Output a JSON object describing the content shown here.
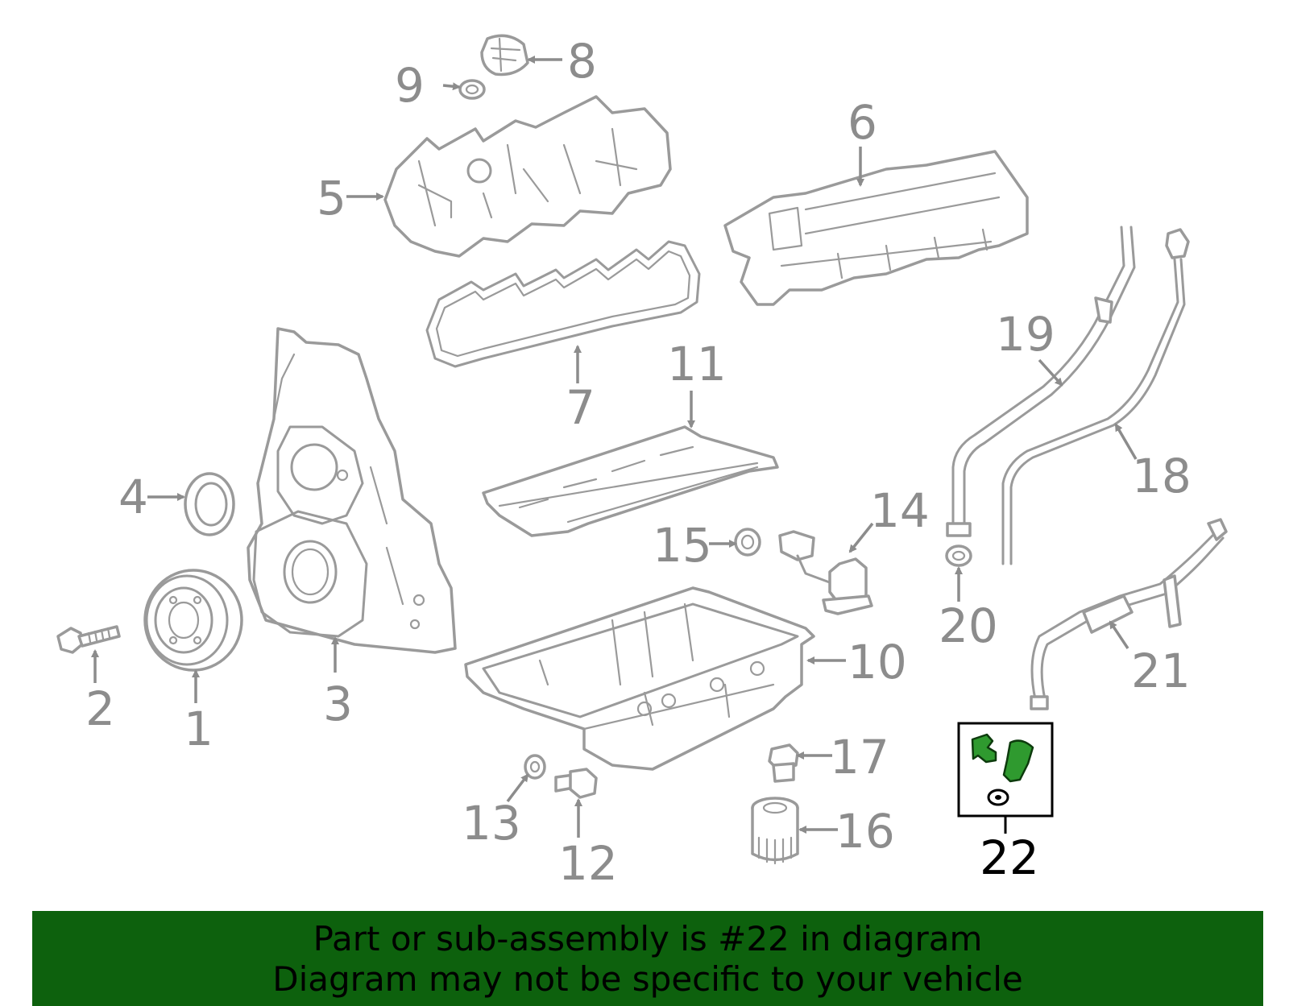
{
  "diagram": {
    "callouts": [
      "1",
      "2",
      "3",
      "4",
      "5",
      "6",
      "7",
      "8",
      "9",
      "10",
      "11",
      "12",
      "13",
      "14",
      "15",
      "16",
      "17",
      "18",
      "19",
      "20",
      "21",
      "22"
    ],
    "highlighted_callout": "22",
    "highlight_color": "#2f9a2f",
    "part_color": "#9a9a9a"
  },
  "banner": {
    "line1": "Part or sub-assembly is #22 in diagram",
    "line2": "Diagram may not be specific to your vehicle",
    "background": "#0d610d"
  }
}
